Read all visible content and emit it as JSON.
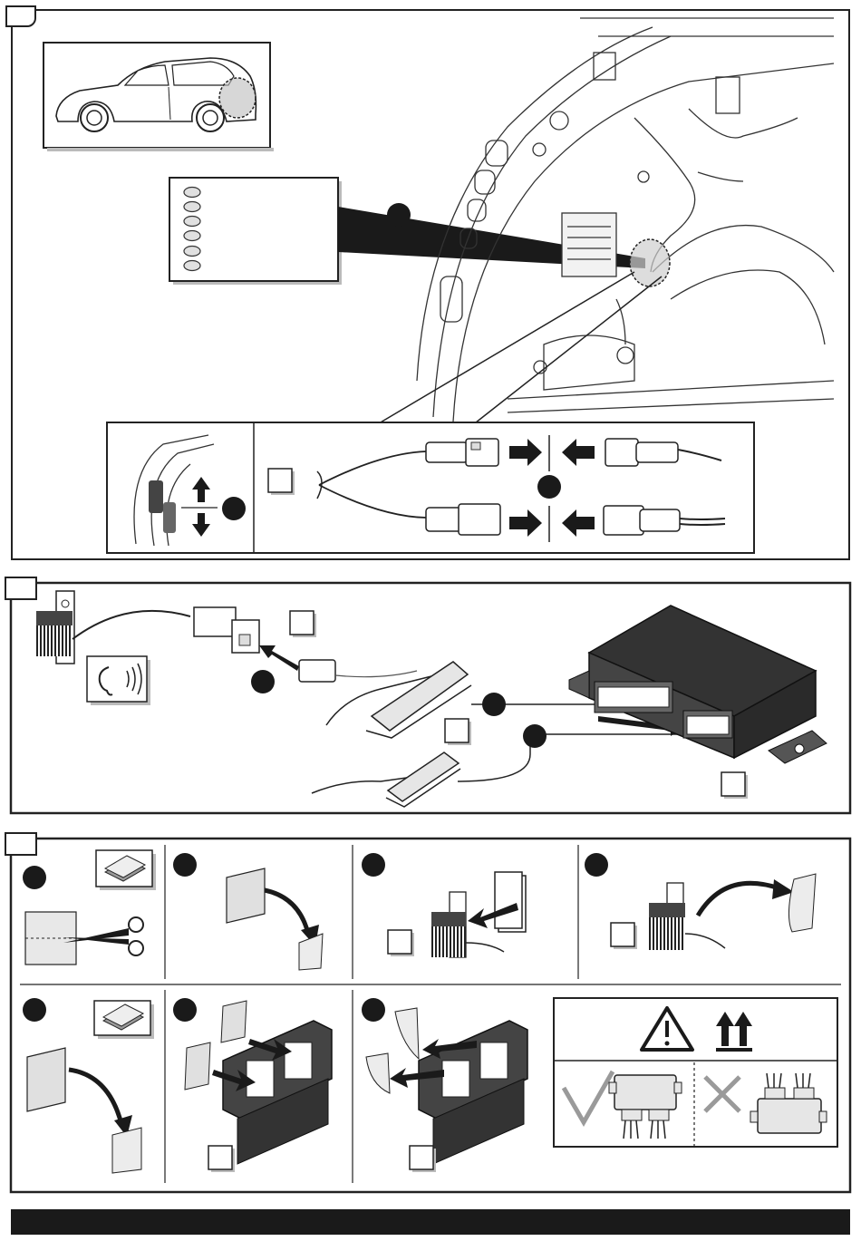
{
  "colors": {
    "ink": "#1a1a1a",
    "line": "#333333",
    "fill_grey": "#e6e6e6",
    "dark": "#222222",
    "mid_grey": "#9a9a9a",
    "light_grey": "#f2f2f2",
    "check": "#9a9a9a",
    "cross": "#9a9a9a"
  },
  "panels": [
    {
      "id": "panel-1",
      "label": ""
    },
    {
      "id": "panel-2",
      "label": ""
    },
    {
      "id": "panel-3",
      "label": ""
    }
  ],
  "icons": [
    "car-side-icon",
    "ear-sound-icon",
    "warning-triangle-icon",
    "this-way-up-arrows-icon",
    "check-mark-icon",
    "cross-mark-icon",
    "scissors-icon",
    "adhesive-pad-icon"
  ],
  "legend_ovals_count": 6
}
